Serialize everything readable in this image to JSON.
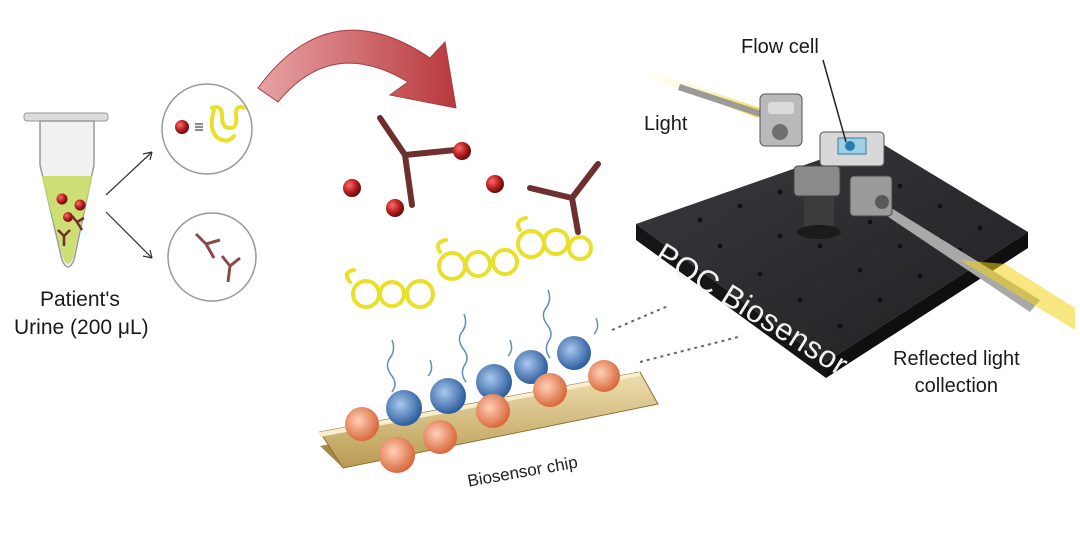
{
  "labels": {
    "patient_line1": "Patient's",
    "patient_line2": "Urine (200 μL)",
    "flow_cell": "Flow cell",
    "light": "Light",
    "reflected_line1": "Reflected light",
    "reflected_line2": "collection",
    "biosensor_chip": "Biosensor chip",
    "poc_biosensor": "POC Biosensor"
  },
  "colors": {
    "antibody": "#6e2f2f",
    "antigen": "#b51e1e",
    "polymer": "#e8e02a",
    "gold_chip": "#c9ad6a",
    "nanoparticle_blue": "#3d6fb5",
    "protein_orange": "#e8875c",
    "arrow": "#c9575a",
    "board": "#2b2b2e",
    "urine": "#c8dd66"
  }
}
